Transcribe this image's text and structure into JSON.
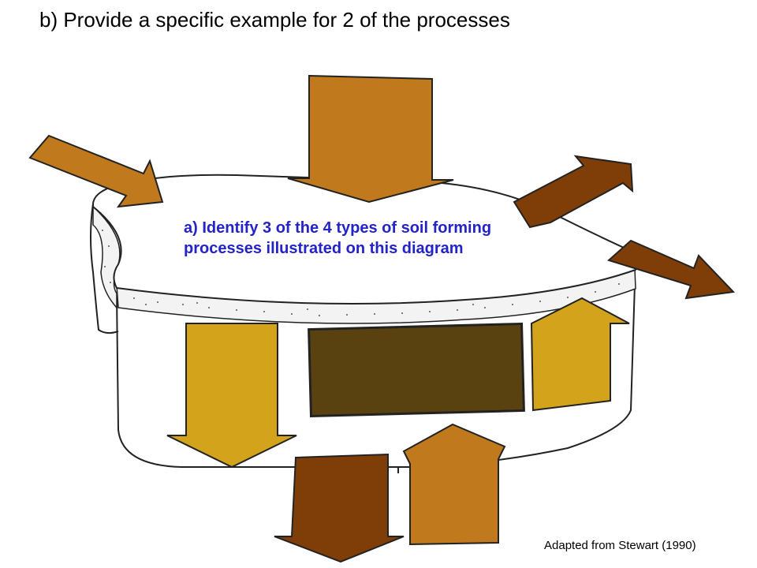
{
  "header": {
    "title": "b) Provide a specific example for 2 of the processes"
  },
  "diagram": {
    "question": "a) Identify 3 of the 4 types of soil forming processes illustrated on this diagram",
    "question_color": "#2323c8",
    "credit": "Adapted from Stewart (1990)",
    "colors": {
      "addition": "#c07a1d",
      "loss": "#7f3e08",
      "translocation": "#d4a31c",
      "transformation": "#5a4210",
      "outline": "#222222"
    }
  }
}
